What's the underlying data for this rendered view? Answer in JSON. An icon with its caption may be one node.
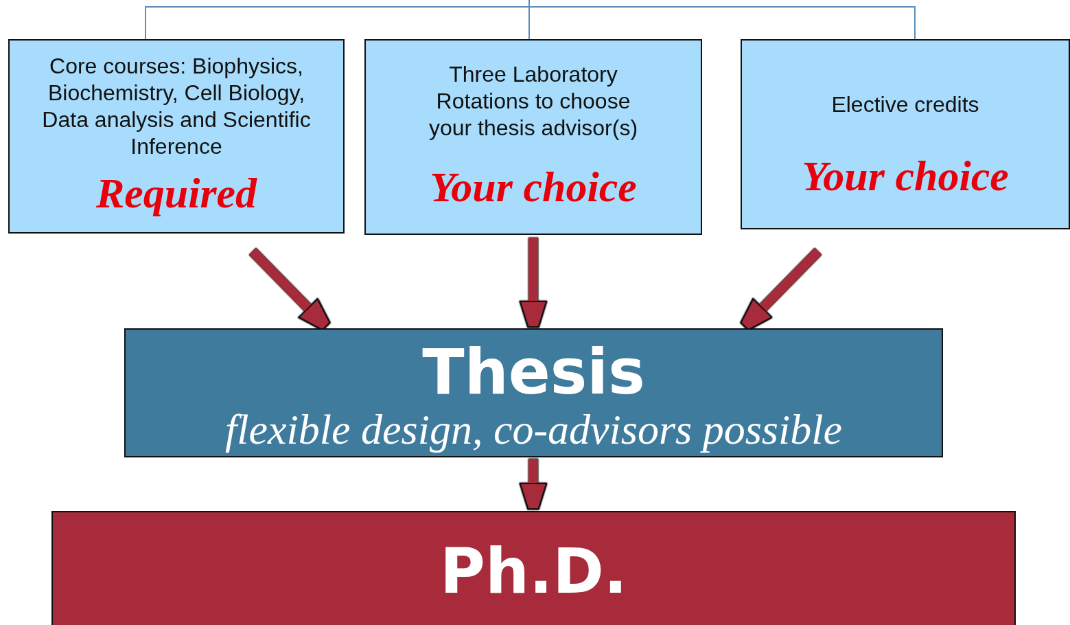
{
  "diagram": {
    "nodes": [
      {
        "text": [
          "Core courses: Biophysics, Biochemistry, Cell Biology, Data analysis and Scientific Inference",
          "Required"
        ]
      },
      {
        "text": [
          "Three Laboratory Rotations to choose your thesis advisor(s)",
          "Your choice"
        ]
      },
      {
        "text": [
          "Elective credits",
          "Your choice"
        ]
      },
      {
        "text": [
          "Thesis",
          "flexible design, co-advisors possible"
        ]
      },
      {
        "text": [
          "Ph.D."
        ]
      }
    ],
    "edges": [
      {
        "from": null,
        "to": 0,
        "arrow": "none",
        "color": "#5b8db8"
      },
      {
        "from": null,
        "to": 1,
        "arrow": "none",
        "color": "#5b8db8"
      },
      {
        "from": null,
        "to": 2,
        "arrow": "none",
        "color": "#5b8db8"
      },
      {
        "from": 0,
        "to": 3,
        "arrow": "to"
      },
      {
        "from": 1,
        "to": 3,
        "arrow": "to"
      },
      {
        "from": 2,
        "to": 3,
        "arrow": "to"
      },
      {
        "from": 3,
        "to": 4,
        "arrow": "to"
      }
    ]
  }
}
